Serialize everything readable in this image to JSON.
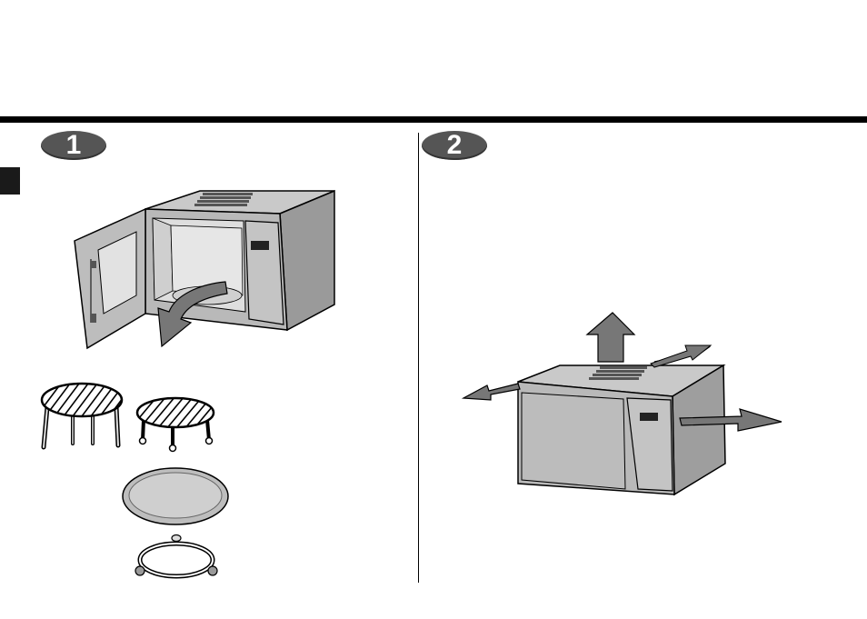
{
  "steps": [
    {
      "number": "1"
    },
    {
      "number": "2"
    }
  ],
  "colors": {
    "ink": "#000000",
    "oven_body": "#b9b9b9",
    "oven_light": "#d4d4d4",
    "oven_dark": "#8a8a8a",
    "arrow_gray": "#777777",
    "badge_gray": "#555555"
  },
  "icons": [
    "open-microwave-illustration",
    "high-rack-icon",
    "low-rack-icon",
    "glass-tray-icon",
    "roller-ring-icon",
    "ventilation-clearance-illustration"
  ]
}
